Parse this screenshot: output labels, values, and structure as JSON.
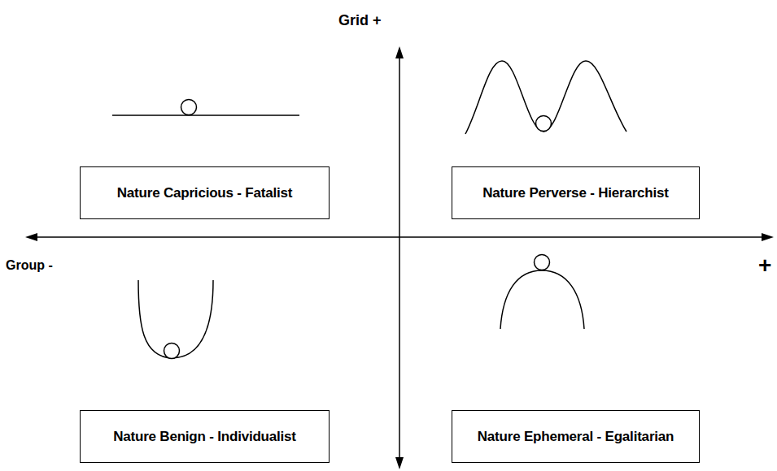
{
  "diagram": {
    "nodes": [
      {
        "text": [
          "Nature Capricious - Fatalist"
        ]
      },
      {
        "text": [
          "Nature Perverse - Hierarchist"
        ]
      },
      {
        "text": [
          "Nature Benign - Individualist"
        ]
      },
      {
        "text": [
          "Nature Ephemeral - Egalitarian"
        ]
      }
    ],
    "labels": [
      "Grid +",
      "Group -",
      "+"
    ]
  }
}
